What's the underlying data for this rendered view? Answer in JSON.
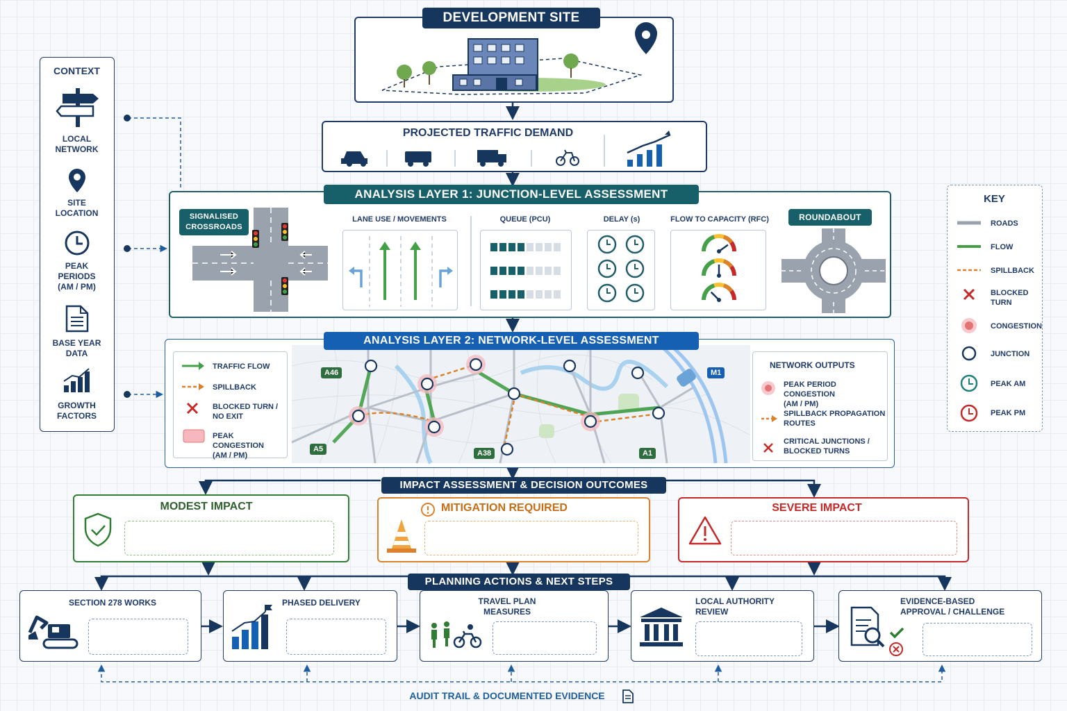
{
  "development_site": {
    "title": "DEVELOPMENT SITE"
  },
  "demand": {
    "title": "PROJECTED TRAFFIC DEMAND"
  },
  "context": {
    "title": "CONTEXT",
    "items": [
      "LOCAL\nNETWORK",
      "SITE\nLOCATION",
      "PEAK\nPERIODS\n(AM / PM)",
      "BASE YEAR\nDATA",
      "GROWTH\nFACTORS"
    ]
  },
  "layer1": {
    "title": "ANALYSIS LAYER 1: JUNCTION-LEVEL ASSESSMENT",
    "signalised": "SIGNALISED\nCROSSROADS",
    "lane_use": "LANE USE / MOVEMENTS",
    "queue": "QUEUE (PCU)",
    "delay": "DELAY (s)",
    "rfc": "FLOW TO CAPACITY (RFC)",
    "roundabout": "ROUNDABOUT"
  },
  "layer2": {
    "title": "ANALYSIS LAYER 2: NETWORK-LEVEL ASSESSMENT",
    "legend": [
      "TRAFFIC FLOW",
      "SPILLBACK",
      "BLOCKED TURN /\nNO EXIT",
      "PEAK CONGESTION\n(AM / PM)"
    ],
    "roads": [
      "A46",
      "A5",
      "A38",
      "A1",
      "M1"
    ],
    "outputs_title": "NETWORK OUTPUTS",
    "outputs": [
      "PEAK PERIOD CONGESTION\n(AM / PM)",
      "SPILLBACK PROPAGATION\nROUTES",
      "CRITICAL JUNCTIONS /\nBLOCKED TURNS"
    ]
  },
  "key": {
    "title": "KEY",
    "items": [
      "ROADS",
      "FLOW",
      "SPILLBACK",
      "BLOCKED\nTURN",
      "CONGESTION",
      "JUNCTION",
      "PEAK AM",
      "PEAK PM"
    ]
  },
  "impact": {
    "title": "IMPACT ASSESSMENT & DECISION OUTCOMES",
    "modest": "MODEST IMPACT",
    "mitigation": "MITIGATION REQUIRED",
    "severe": "SEVERE IMPACT"
  },
  "planning": {
    "title": "PLANNING ACTIONS & NEXT STEPS",
    "steps": [
      "SECTION 278 WORKS",
      "PHASED DELIVERY",
      "TRAVEL PLAN\nMEASURES",
      "LOCAL AUTHORITY\nREVIEW",
      "EVIDENCE-BASED\nAPPROVAL / CHALLENGE"
    ]
  },
  "audit": {
    "label": "AUDIT TRAIL & DOCUMENTED EVIDENCE"
  },
  "colors": {
    "navy": "#17365d",
    "teal": "#17606a",
    "blue": "#1560b3",
    "green": "#2e7d32",
    "orange": "#d9822b",
    "red": "#c62828"
  }
}
